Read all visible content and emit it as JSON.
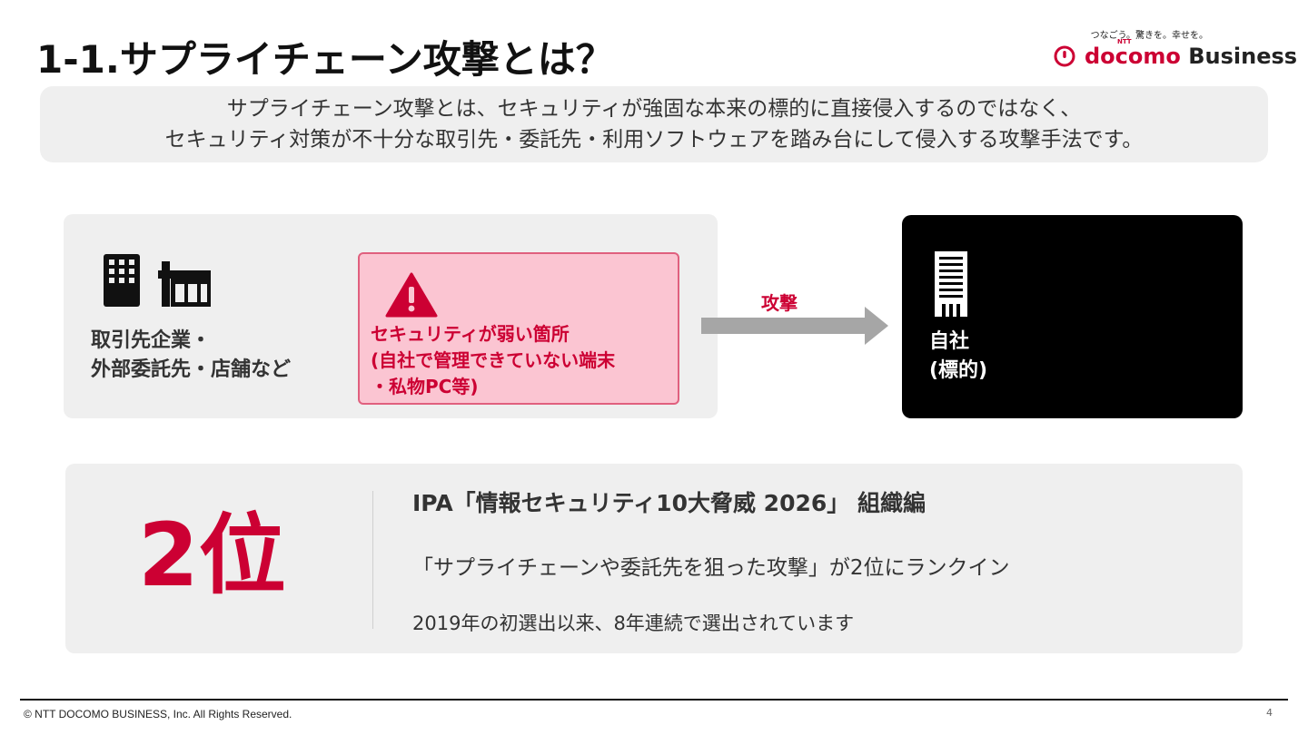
{
  "slide": {
    "title": "1-1.サプライチェーン攻撃とは？",
    "page_number": "4",
    "copyright": "© NTT DOCOMO BUSINESS, Inc. All Rights Reserved."
  },
  "logo": {
    "tagline": "つなごう。驚きを。幸せを。",
    "ntt": "NTT",
    "docomo": "docomo",
    "business": " Business",
    "brand_color": "#cc0033"
  },
  "summary": {
    "line1": "サプライチェーン攻撃とは、セキュリティが強固な本来の標的に直接侵入するのではなく、",
    "line2": "セキュリティ対策が不十分な取引先・委託先・利用ソフトウェアを踏み台にして侵入する攻撃手法です。"
  },
  "diagram": {
    "partner": {
      "line1": "取引先企業・",
      "line2": "外部委託先・店舗など",
      "icons": [
        "office-building-icon",
        "store-icon"
      ]
    },
    "vulnerability": {
      "icon": "warning-icon",
      "line1": "セキュリティが弱い箇所",
      "line2": "(自社で管理できていない端末",
      "line3": "・私物PC等)"
    },
    "attack_label": "攻撃",
    "target": {
      "icon": "tower-building-icon",
      "line1": "自社",
      "line2": "(標的)"
    }
  },
  "ranking": {
    "rank": "2位",
    "heading": "IPA「情報セキュリティ10大脅威 2026」 組織編",
    "line1": "「サプライチェーンや委託先を狙った攻撃」が2位にランクイン",
    "line2": "2019年の初選出以来、8年連続で選出されています"
  }
}
